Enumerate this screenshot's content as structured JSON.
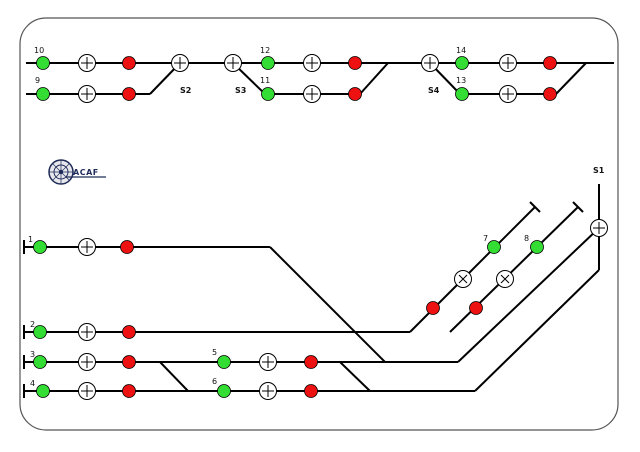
{
  "colors": {
    "track": "#000000",
    "signal_green": "#33dd33",
    "signal_red": "#ee1111",
    "switch_fill": "#ffffff",
    "logo_navy": "#1f2c5a"
  },
  "logo": {
    "text": "ACAF"
  },
  "switch_labels": {
    "s1": "S1",
    "s2": "S2",
    "s3": "S3",
    "s4": "S4"
  },
  "track_labels": {
    "t1": "1",
    "t2": "2",
    "t3": "3",
    "t4": "4",
    "t5": "5",
    "t6": "6",
    "t7": "7",
    "t8": "8",
    "t9": "9",
    "t10": "10",
    "t11": "11",
    "t12": "12",
    "t13": "13",
    "t14": "14"
  }
}
